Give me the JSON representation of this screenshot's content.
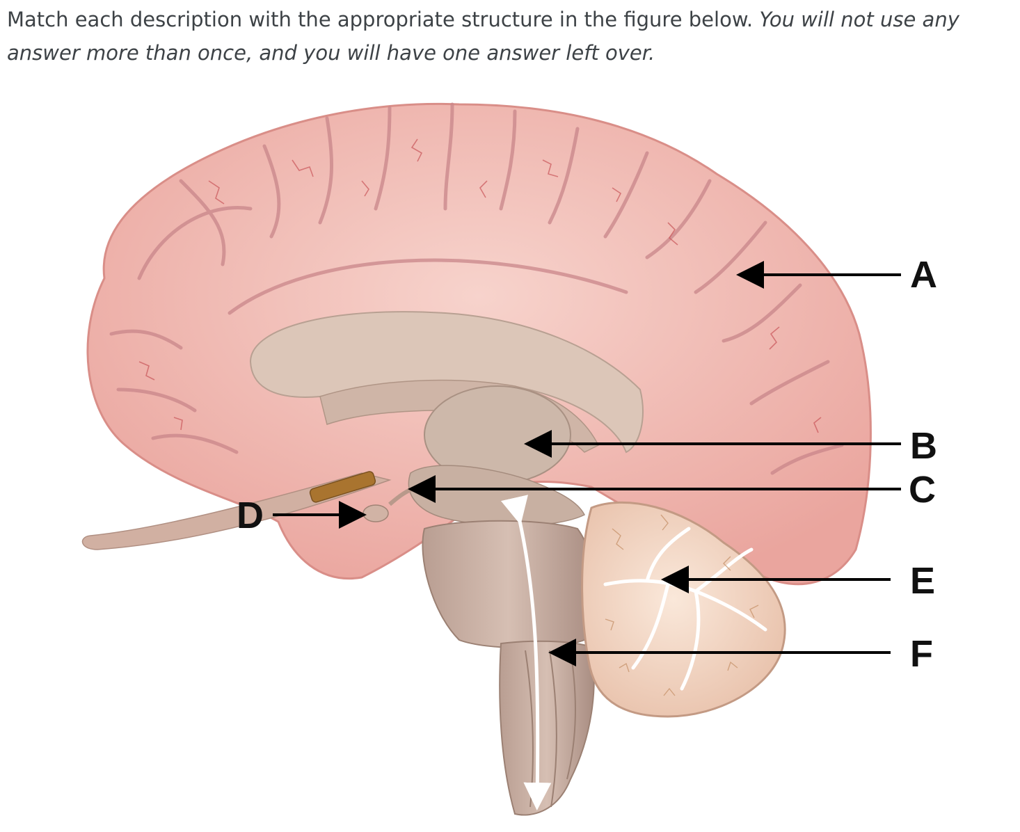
{
  "question": {
    "instruction": "Match each description with the appropriate structure in the figure below.",
    "note": "You will not use any answer more than once, and you will have one answer left over."
  },
  "figure": {
    "labels": {
      "A": "A",
      "B": "B",
      "C": "C",
      "D": "D",
      "E": "E",
      "F": "F"
    },
    "colors": {
      "cortex": "#f2b9b1",
      "gyri_vessels": "#c9565a",
      "internal_structures": "#d8c2b4",
      "cerebellum": "#f3d9c6",
      "arrow": "#000000",
      "spinal_arrow": "#ffffff"
    }
  }
}
